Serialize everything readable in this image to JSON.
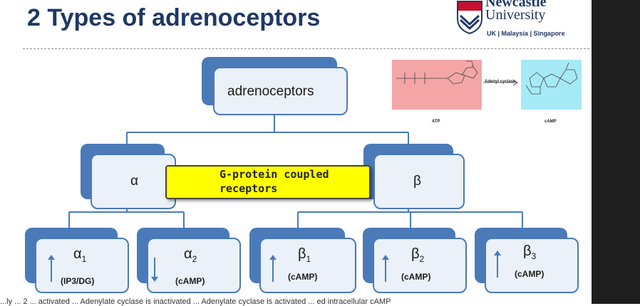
{
  "slide": {
    "title": "2 Types of adrenoceptors",
    "logo": {
      "name_line1": "Newcastle",
      "name_line2": "University",
      "subtitle": "UK | Malaysia | Singapore"
    },
    "root": {
      "label": "adrenoceptors"
    },
    "alpha": {
      "label": "α"
    },
    "beta": {
      "label": "β"
    },
    "gprotein": {
      "line1": "G-protein coupled",
      "line2": "receptors"
    },
    "subtypes": [
      {
        "symbol": "α",
        "sub": "1",
        "messenger": "(IP3/DG)",
        "direction": "up"
      },
      {
        "symbol": "α",
        "sub": "2",
        "messenger": "(cAMP)",
        "direction": "down"
      },
      {
        "symbol": "β",
        "sub": "1",
        "messenger": "(cAMP)",
        "direction": "up"
      },
      {
        "symbol": "β",
        "sub": "2",
        "messenger": "(cAMP)",
        "direction": "up"
      },
      {
        "symbol": "β",
        "sub": "3",
        "messenger": "(cAMP)",
        "direction": "up"
      }
    ],
    "diagram": {
      "atp_label": "ATP",
      "camp_label": "cAMP",
      "enzyme_label": "Adenyl cyclase"
    },
    "caption_fragment": "...ly ... 2 ... activated ... Adenylate cyclase is inactivated ... Adenylate cyclase is activated ... ed intracellular cAMP"
  },
  "colors": {
    "title": "#1f3864",
    "box_border": "#4a7ab8",
    "box_fill": "#eaf1f9",
    "highlight": "#ffff00",
    "atp_bg": "#f4a6a6",
    "camp_bg": "#a6eaf7"
  }
}
